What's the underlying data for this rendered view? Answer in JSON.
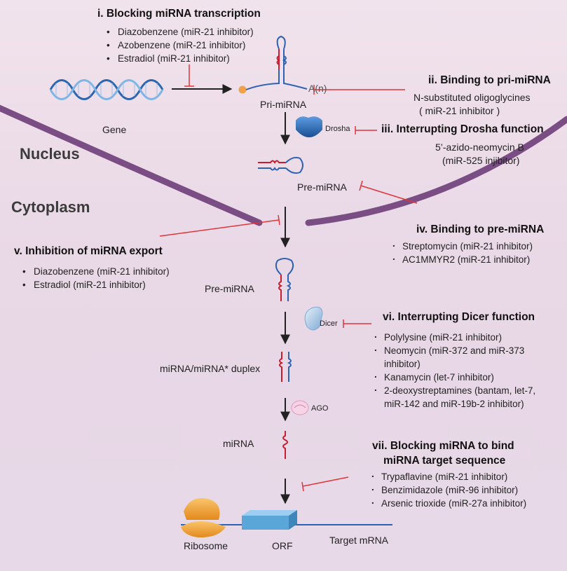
{
  "compartments": {
    "nucleus": "Nucleus",
    "cytoplasm": "Cytoplasm"
  },
  "labels": {
    "gene": "Gene",
    "polyA": "A(n)",
    "pri_mirna": "Pri-miRNA",
    "drosha": "Drosha",
    "pre_mirna_nuclear": "Pre-miRNA",
    "pre_mirna_cyto": "Pre-miRNA",
    "dicer": "Dicer",
    "duplex": "miRNA/miRNA* duplex",
    "ago": "AGO",
    "mirna": "miRNA",
    "ribosome": "Ribosome",
    "orf": "ORF",
    "target_mrna": "Target mRNA"
  },
  "strategies": {
    "i": {
      "title": "i. Blocking miRNA transcription",
      "items": [
        "Diazobenzene (miR-21 inhibitor)",
        "Azobenzene (miR-21 inhibitor)",
        "Estradiol (miR-21 inhibitor)"
      ]
    },
    "ii": {
      "title": "ii. Binding to pri-miRNA",
      "items": [
        "N-substituted oligoglycines",
        "( miR-21 inhibitor )"
      ]
    },
    "iii": {
      "title": "iii. Interrupting Drosha function",
      "items": [
        "5’-azido-neomycin B",
        "(miR-525 injibitor)"
      ]
    },
    "iv": {
      "title": "iv. Binding to pre-miRNA",
      "items": [
        "Streptomycin (miR-21 inhibitor)",
        "AC1MMYR2 (miR-21 inhibitor)"
      ]
    },
    "v": {
      "title": "v. Inhibition of miRNA export",
      "items": [
        "Diazobenzene (miR-21 inhibitor)",
        "Estradiol (miR-21 inhibitor)"
      ]
    },
    "vi": {
      "title": "vi. Interrupting Dicer function",
      "items": [
        "Polylysine (miR-21 inhibitor)",
        "Neomycin (miR-372 and miR-373 inhibitor)",
        "Kanamycin (let-7 inhibitor)",
        "2-deoxystreptamines (bantam, let-7, miR-142 and miR-19b-2 inhibitor)"
      ]
    },
    "vii": {
      "title_line1": "vii. Blocking miRNA to bind",
      "title_line2": "miRNA target sequence",
      "items": [
        "Trypaflavine (miR-21 inhibitor)",
        "Benzimidazole (miR-96 inhibitor)",
        "Arsenic trioxide (miR-27a inhibitor)"
      ]
    }
  },
  "colors": {
    "membrane": "#7b4d85",
    "inhibition": "#e0353b",
    "rna_red": "#c81d2e",
    "rna_blue": "#2d62b4",
    "drosha": "#2a6fb8",
    "dicer": "#8fb6da",
    "ribosome": "#f2a93b",
    "orf": "#5aa6d8",
    "ago": "#e8a8c8"
  }
}
